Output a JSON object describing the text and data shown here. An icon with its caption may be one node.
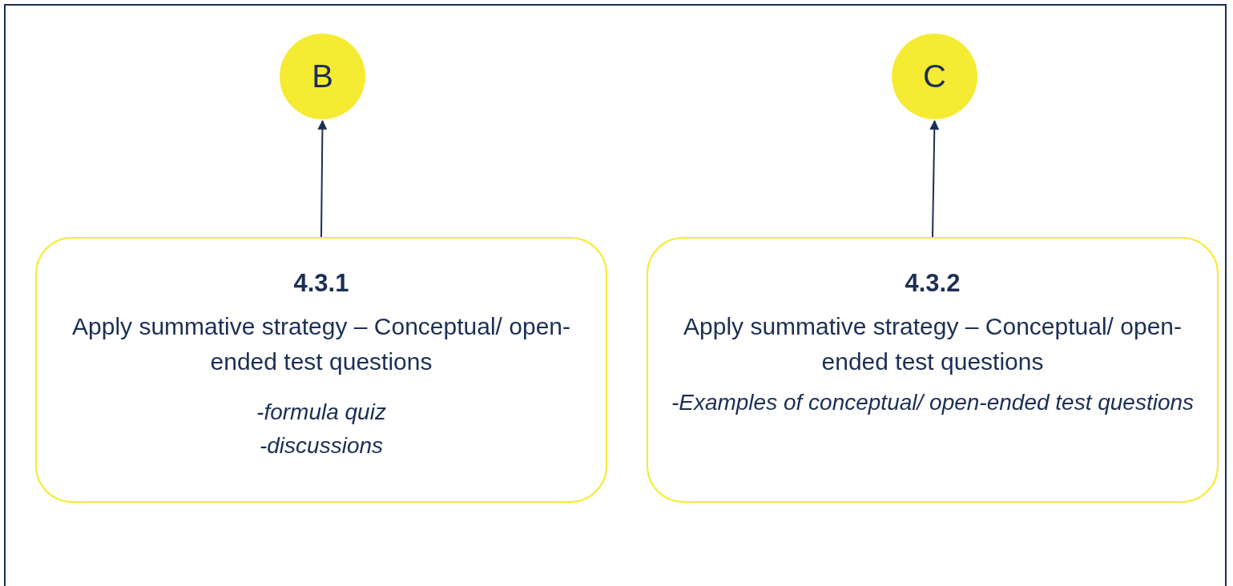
{
  "diagram": {
    "nodes": [
      {
        "text": [
          "B"
        ]
      },
      {
        "text": [
          "C"
        ]
      },
      {
        "text": [
          "4.3.1",
          "Apply summative strategy – Conceptual/ open-ended test questions",
          "-formula quiz",
          "-discussions"
        ]
      },
      {
        "text": [
          "4.3.2",
          "Apply summative strategy – Conceptual/ open-ended test questions",
          "-Examples of conceptual/ open-ended test questions"
        ]
      }
    ],
    "edges": [
      {
        "from": 2,
        "to": 0,
        "arrow": "to"
      },
      {
        "from": 3,
        "to": 1,
        "arrow": "to"
      }
    ]
  }
}
